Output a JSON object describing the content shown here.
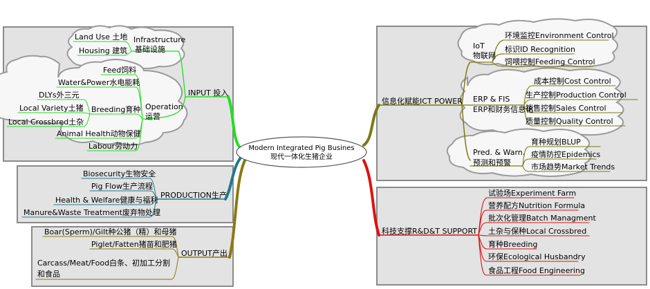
{
  "center": {
    "line1": "Modern Integrated Pig Busines",
    "line2": "现代一体化生猪企业"
  },
  "input": {
    "label": "INPUT 投入",
    "infrastructure": {
      "label_en": "Infrastructure",
      "label_cn": "基础设施",
      "items": [
        "Land Use 土地",
        "Housing 建筑"
      ]
    },
    "operation": {
      "label_en": "Operation",
      "label_cn": "运营",
      "items": [
        "Feed饲料",
        "Water&Power水电能耗",
        "Animal Health动物保健",
        "Labour劳动力"
      ],
      "breeding": {
        "label": "Breeding育种",
        "items": [
          "DLYs外三元",
          "Local Variety土猪",
          "Local Crossbred土杂"
        ]
      }
    }
  },
  "production": {
    "label": "PRODUCTION生产",
    "items": [
      "Biosecurity生物安全",
      "Pig Flow生产流程",
      "Health & Welfare健康与福利",
      "Manure&Waste Treatment废弃物处理"
    ]
  },
  "output": {
    "label": "OUTPUT产出",
    "items": [
      "Boar(Sperm)/Gilt种公猪（精）和母猪",
      "Piglet/Fatten猪苗和肥猪"
    ],
    "carcass_line1": "Carcass/Meat/Food白条、初加工分割",
    "carcass_line2": "和食品"
  },
  "ict": {
    "label": "信息化赋能ICT POWER",
    "iot": {
      "label1": "IoT",
      "label2": "物联网",
      "items": [
        "环境监控Environment Control",
        "标识ID Recognition",
        "饲喂控制Feeding Control"
      ]
    },
    "erp": {
      "label1": "ERP & FIS",
      "label2": "ERP和财务信息化",
      "items": [
        "成本控制Cost Control",
        "生产控制Production Control",
        "销售控制Sales Control",
        "质量控制Quality Control"
      ]
    },
    "pred": {
      "label1": "Pred. & Warn.",
      "label2": "预测和预警",
      "items": [
        "育种规划BLUP",
        "疫情防控Epidemics",
        "市场趋势Market Trends"
      ]
    }
  },
  "rdt": {
    "label": "科技支撑R&D&T SUPPORT",
    "items": [
      "试验场Experiment Farm",
      "营养配方Nutrition Formula",
      "批次化管理Batch Managment",
      "土杂与保种Local Crossbred",
      "育种Breeding",
      "环保Ecological Husbandry",
      "食品工程Food Engineering"
    ]
  },
  "colors": {
    "input": "#22dd22",
    "production": "#1f7a8c",
    "output": "#8a7a10",
    "ict": "#7a7a10",
    "rdt": "#dd1111",
    "panel": "#e3e3e3"
  }
}
